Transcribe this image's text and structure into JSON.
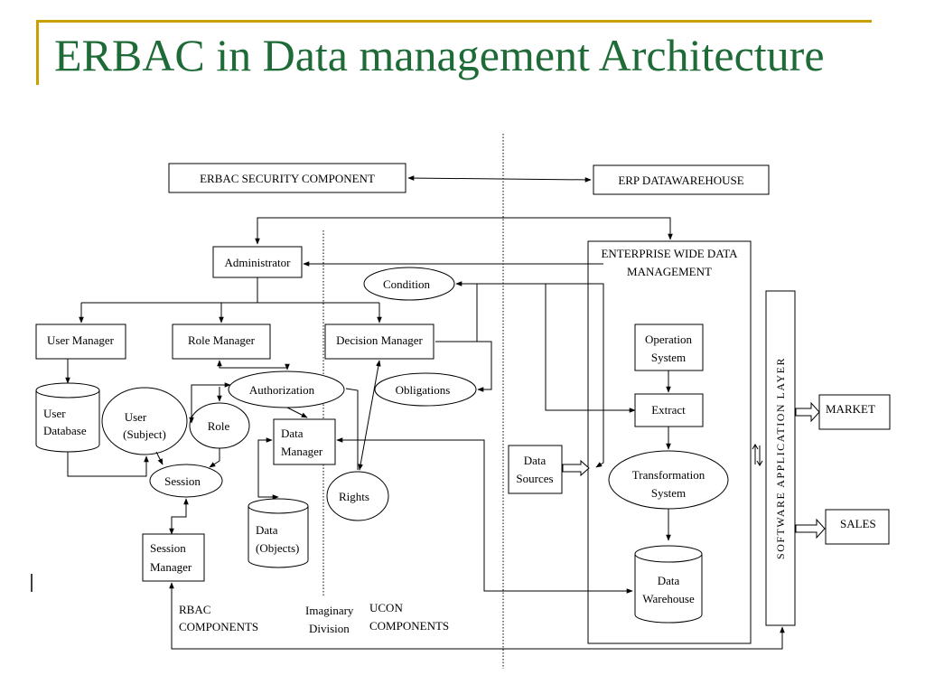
{
  "slide": {
    "title": "ERBAC in Data management Architecture"
  },
  "diagram": {
    "erbac_security_component": "ERBAC SECURITY COMPONENT",
    "erp_datawarehouse": "ERP DATAWAREHOUSE",
    "administrator": "Administrator",
    "user_manager": "User Manager",
    "role_manager": "Role Manager",
    "decision_manager": "Decision Manager",
    "condition": "Condition",
    "obligations": "Obligations",
    "authorization": "Authorization",
    "user_database": [
      "User",
      "Database"
    ],
    "user_subject": [
      "User",
      "(Subject)"
    ],
    "role": "Role",
    "data_manager": [
      "Data",
      "Manager"
    ],
    "session": "Session",
    "session_manager": [
      "Session",
      "Manager"
    ],
    "data_objects": [
      "Data",
      "(Objects)"
    ],
    "rights": "Rights",
    "rbac_components": [
      "RBAC",
      "COMPONENTS"
    ],
    "imaginary_division": [
      "Imaginary",
      "Division"
    ],
    "ucon_components": [
      "UCON",
      "COMPONENTS"
    ],
    "enterprise_wide_data_management": [
      "ENTERPRISE WIDE DATA",
      "MANAGEMENT"
    ],
    "operation_system": [
      "Operation",
      "System"
    ],
    "extract": "Extract",
    "transformation_system": [
      "Transformation",
      "System"
    ],
    "data_warehouse": [
      "Data",
      "Warehouse"
    ],
    "data_sources": [
      "Data",
      "Sources"
    ],
    "software_application_layer": "SOFTWARE APPLICATION LAYER",
    "market": "MARKET",
    "sales": "SALES"
  }
}
